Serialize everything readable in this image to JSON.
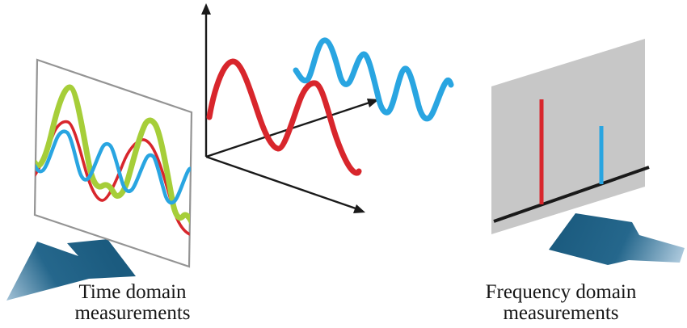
{
  "labels": {
    "time_domain": {
      "line1": "Time domain",
      "line2": "measurements"
    },
    "frequency_domain": {
      "line1": "Frequency domain",
      "line2": "measurements"
    }
  },
  "colors": {
    "red": "#d8262c",
    "blue": "#29a5e1",
    "green": "#a6ce39",
    "panel_gray": "#c7c7c7",
    "panel_border": "#949494",
    "axis_black": "#1a1a1a",
    "arrow_dark": "#1b5b7f",
    "arrow_mid": "#25678c",
    "arrow_light": "#b9d2e4",
    "text": "#161616",
    "background": "#ffffff"
  },
  "diagram": {
    "left_panel": {
      "type": "time-domain waveform plot",
      "waves": [
        {
          "name": "composite-sum-wave",
          "color": "green",
          "peaks": 2,
          "note": "thick wave, two large peaks with small wiggle between, declining to the right"
        },
        {
          "name": "low-frequency-wave",
          "color": "red",
          "peaks": 2,
          "note": "thin wave following composite, declining to the right"
        },
        {
          "name": "high-frequency-wave",
          "color": "blue",
          "peaks": 4,
          "note": "smaller faster oscillation, declining to the right"
        }
      ]
    },
    "center_axes": {
      "type": "3d axes",
      "axes": [
        "amplitude (vertical, arrow up)",
        "time (arrow upper-right)",
        "frequency (arrow lower-right)"
      ],
      "waves": [
        {
          "name": "red-sine-3d",
          "color": "red",
          "peaks": 2
        },
        {
          "name": "blue-sine-3d",
          "color": "blue",
          "peaks": 4
        }
      ]
    },
    "right_panel": {
      "type": "frequency-domain spectrum plot",
      "spikes": [
        {
          "name": "red-spectrum-spike",
          "color": "red",
          "relative_height": "tall",
          "position": "left (lower frequency)"
        },
        {
          "name": "blue-spectrum-spike",
          "color": "blue",
          "relative_height": "short",
          "position": "right (higher frequency)"
        }
      ]
    }
  }
}
